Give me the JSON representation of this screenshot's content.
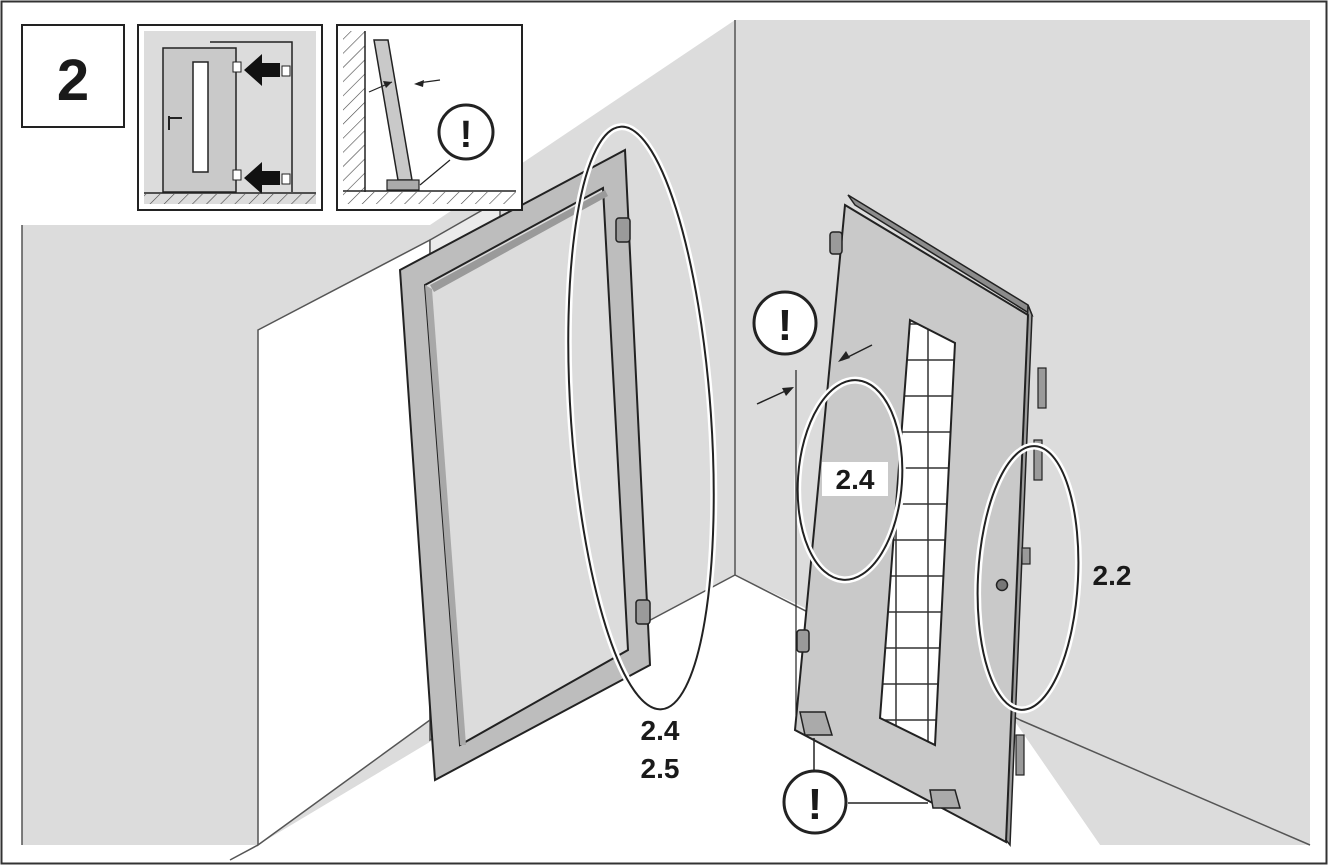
{
  "step": {
    "number": "2"
  },
  "callouts": {
    "frame_hinges": [
      "2.4",
      "2.5"
    ],
    "door_hinge_side": "2.4",
    "door_lock_side": "2.2"
  },
  "warning_symbol": "!",
  "colors": {
    "wall": "#dcdcdc",
    "floor": "#ffffff",
    "door_leaf": "#c9c9c9",
    "frame": "#bdbdbd",
    "line": "#222222"
  }
}
